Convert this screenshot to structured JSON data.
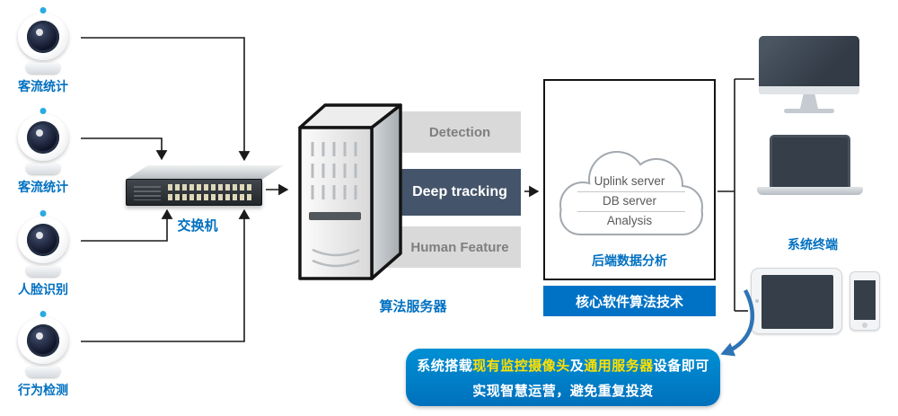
{
  "colors": {
    "accent_blue": "#0070C0",
    "band_dark": "#44546A",
    "band_light": "#D9D9D9",
    "banner_blue": "#0072C6",
    "highlight_yellow": "#FFE100"
  },
  "cameras": [
    {
      "label": "客流统计"
    },
    {
      "label": "客流统计"
    },
    {
      "label": "人脸识别"
    },
    {
      "label": "行为检测"
    }
  ],
  "switch": {
    "label": "交换机"
  },
  "server": {
    "label": "算法服务器",
    "bands": [
      {
        "label": "Detection"
      },
      {
        "label": "Deep tracking"
      },
      {
        "label": "Human Feature"
      }
    ]
  },
  "cloud": {
    "services": [
      "Uplink server",
      "DB server",
      "Analysis"
    ],
    "caption": "后端数据分析",
    "banner": "核心软件算法技术"
  },
  "terminals": {
    "label": "系统终端"
  },
  "bottom_banner": {
    "line1": [
      {
        "text": "系统搭载",
        "highlight": false
      },
      {
        "text": "现有监控摄像头",
        "highlight": true
      },
      {
        "text": "及",
        "highlight": false
      },
      {
        "text": "通用服务器",
        "highlight": true
      },
      {
        "text": "设备即可",
        "highlight": false
      }
    ],
    "line2": "实现智慧运营，避免重复投资"
  }
}
